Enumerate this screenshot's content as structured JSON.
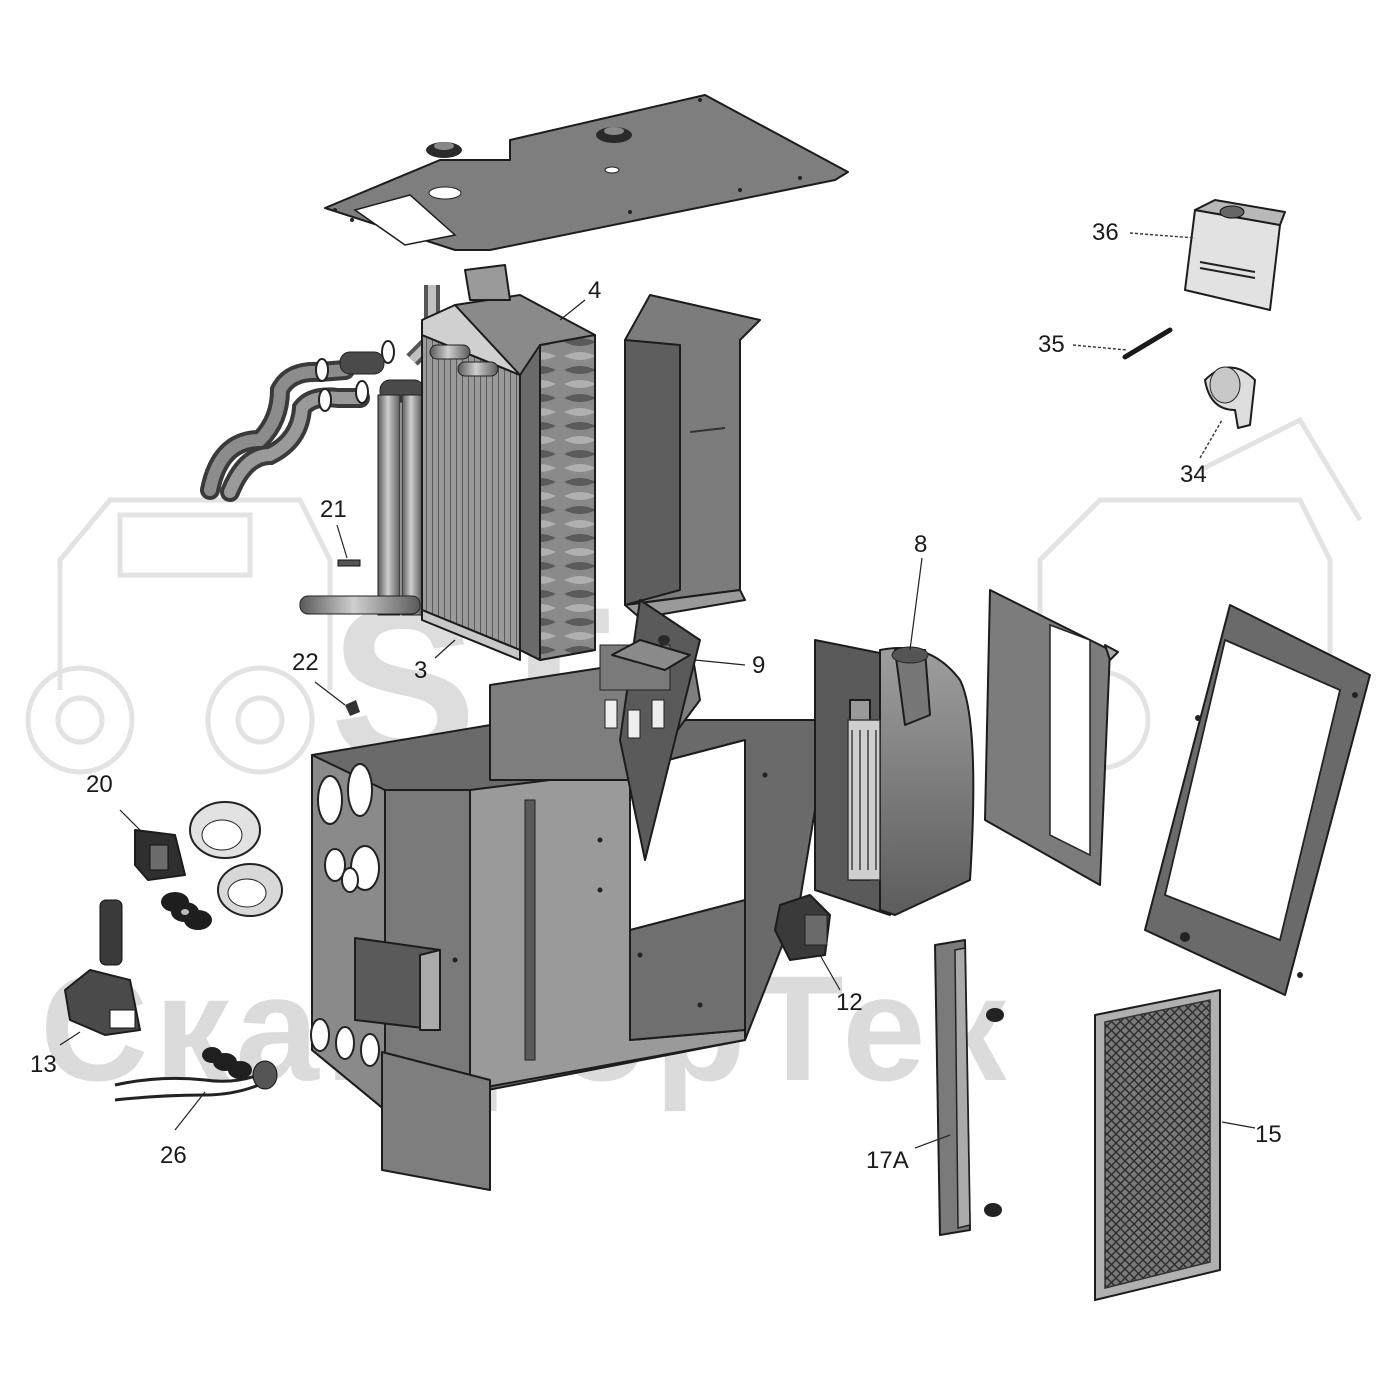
{
  "watermark": {
    "text": "СканфорТек",
    "logo": "ST"
  },
  "callouts": [
    {
      "id": "label-3",
      "text": "3"
    },
    {
      "id": "label-4",
      "text": "4"
    },
    {
      "id": "label-8",
      "text": "8"
    },
    {
      "id": "label-9",
      "text": "9"
    },
    {
      "id": "label-12",
      "text": "12"
    },
    {
      "id": "label-13",
      "text": "13"
    },
    {
      "id": "label-15",
      "text": "15"
    },
    {
      "id": "label-17a",
      "text": "17A"
    },
    {
      "id": "label-20",
      "text": "20"
    },
    {
      "id": "label-21",
      "text": "21"
    },
    {
      "id": "label-22",
      "text": "22"
    },
    {
      "id": "label-26",
      "text": "26"
    },
    {
      "id": "label-34",
      "text": "34"
    },
    {
      "id": "label-35",
      "text": "35"
    },
    {
      "id": "label-36",
      "text": "36"
    }
  ],
  "colors": {
    "metal_dark": "#6e6e6e",
    "metal_mid": "#8c8c8c",
    "metal_light": "#b5b5b5",
    "metal_pale": "#d4d4d4",
    "watermark": "#d8d8d8"
  }
}
